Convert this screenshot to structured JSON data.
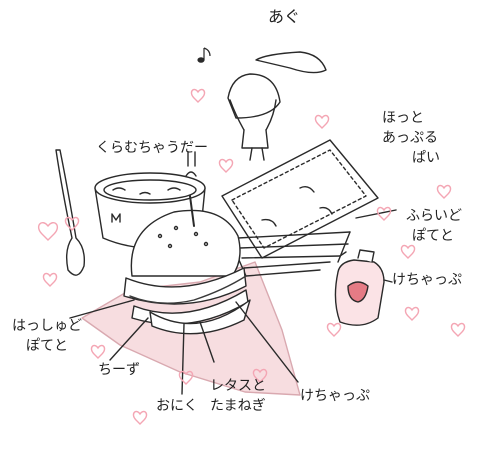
{
  "sound_effect": "あぐ",
  "labels": {
    "clam_chowder": "くらむちゃうだー",
    "hot_apple_pie_line1": "ほっと",
    "hot_apple_pie_line2": "あっぷる",
    "hot_apple_pie_line3": "ぱい",
    "french_fries_line1": "ふらいど",
    "french_fries_line2": "ぽてと",
    "ketchup_bottle": "けちゃっぷ",
    "hash_brown_line1": "はっしゅど",
    "hash_brown_line2": "ぽてと",
    "cheese": "ちーず",
    "meat": "おにく",
    "lettuce_onion_line1": "レタスと",
    "lettuce_onion_line2": "たまねぎ",
    "ketchup_sauce": "けちゃっぷ"
  },
  "colors": {
    "ink": "#2a2a2a",
    "paper_pink": "#f7dde0",
    "heart_pink": "#f4a6b4",
    "ketchup_red": "#e57b85",
    "bottle_pink": "#fbe3e6"
  },
  "icons": [
    "music-note-icon",
    "heart-icon"
  ]
}
